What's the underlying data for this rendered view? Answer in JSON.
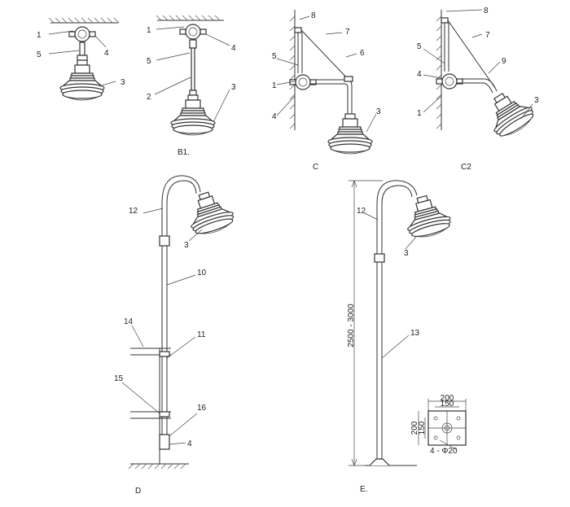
{
  "captions": {
    "b1": "B1.",
    "c": "C",
    "c2": "C2",
    "d": "D",
    "e": "E."
  },
  "callouts": {
    "n1": "1",
    "n2": "2",
    "n3": "3",
    "n4": "4",
    "n5": "5",
    "n6": "6",
    "n7": "7",
    "n8": "8",
    "n9": "9",
    "n10": "10",
    "n11": "11",
    "n12": "12",
    "n13": "13",
    "n14": "14",
    "n15": "15",
    "n16": "16"
  },
  "dimensions": {
    "pole_height": "2500 - 3000",
    "base_outer_w": "200",
    "base_inner_w": "150",
    "base_outer_h": "200",
    "base_inner_h": "150",
    "holes": "4 - Φ20"
  }
}
